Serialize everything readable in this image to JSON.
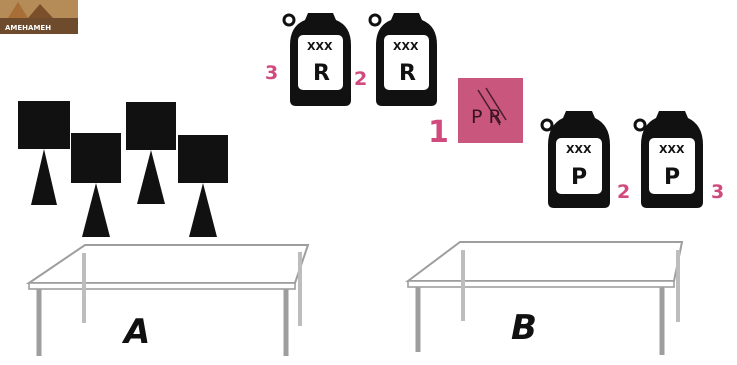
{
  "logo": {
    "text": "AMEHAMEH"
  },
  "table_a": {
    "label": "A",
    "object_count": 4
  },
  "table_b": {
    "label": "B"
  },
  "jars_r": [
    {
      "label": "XXX",
      "letter": "R",
      "number": "3"
    },
    {
      "label": "XXX",
      "letter": "R",
      "number": "2"
    }
  ],
  "jars_p": [
    {
      "label": "XXX",
      "letter": "P",
      "number": "2"
    },
    {
      "label": "XXX",
      "letter": "P",
      "number": "3"
    }
  ],
  "center_card": {
    "number": "1",
    "text": "P R",
    "color": "#c9577d"
  },
  "colors": {
    "accent": "#d14a7e",
    "ink": "#111111",
    "table_stroke": "#9e9e9e"
  },
  "icons": {
    "object": "square-on-triangle-icon",
    "jar": "jar-icon",
    "table": "table-icon"
  }
}
